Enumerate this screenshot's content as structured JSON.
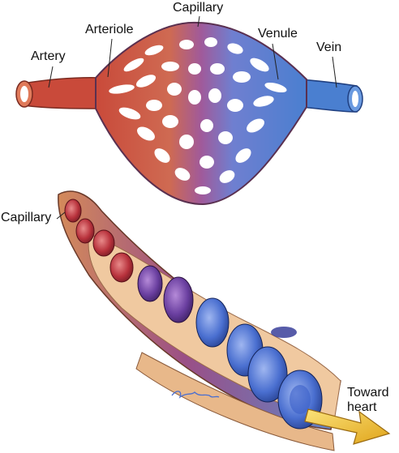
{
  "labels": {
    "artery": "Artery",
    "arteriole": "Arteriole",
    "capillary_top": "Capillary",
    "venule": "Venule",
    "vein": "Vein",
    "capillary_side": "Capillary",
    "toward_heart_line1": "Toward",
    "toward_heart_line2": "heart"
  },
  "colors": {
    "arterial": "#c94a3a",
    "venous": "#4a7fd0",
    "capillary_mid": "#a05a9a",
    "vessel_wall": "#e8b88a",
    "arrow": "#f2c230",
    "rbc_red": "#b8323c",
    "rbc_blue": "#3b5fc8"
  }
}
